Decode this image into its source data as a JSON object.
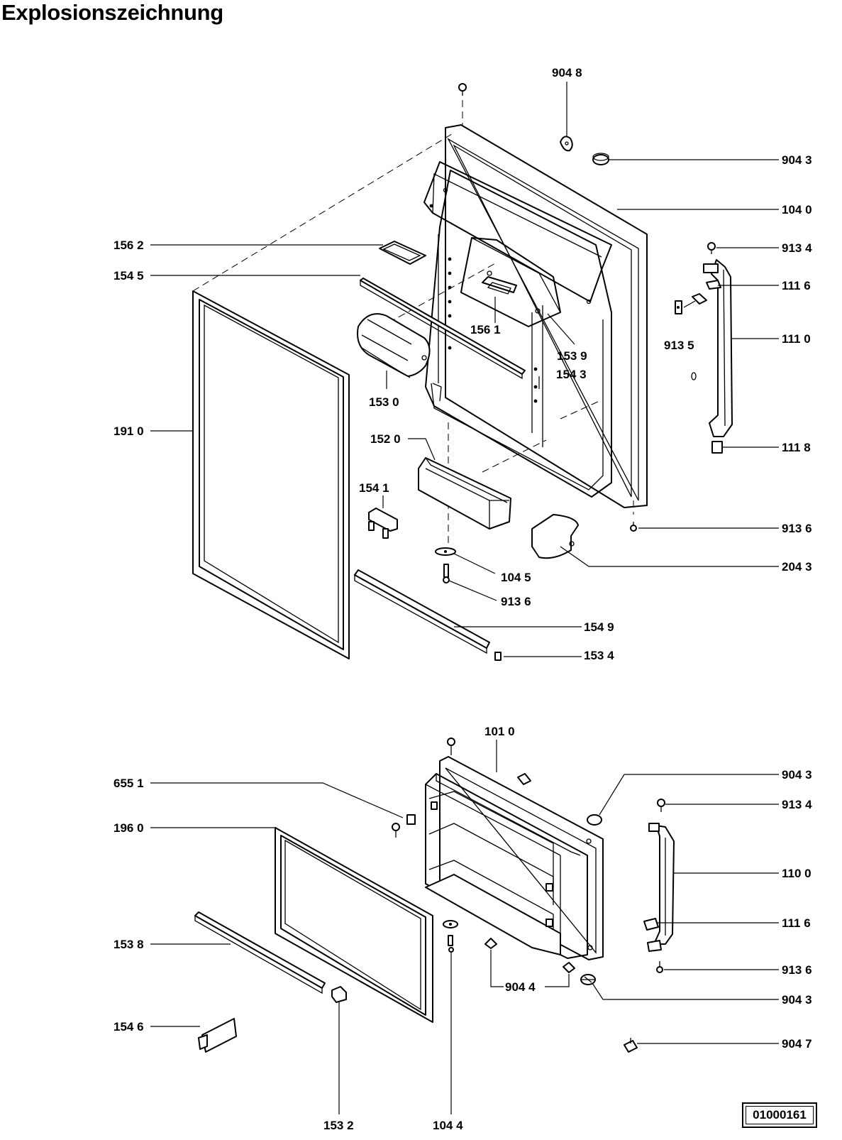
{
  "title": "Explosionszeichnung",
  "drawing_number": "01000161",
  "labels": {
    "l9048": "904 8",
    "l9043a": "904 3",
    "l1040": "104 0",
    "l9134a": "913 4",
    "l1116a": "111 6",
    "l9135": "913 5",
    "l1110": "111 0",
    "l1118": "111 8",
    "l1562": "156 2",
    "l1545": "154 5",
    "l1561": "156 1",
    "l1539": "153 9",
    "l1543": "154 3",
    "l1530": "153 0",
    "l1910": "191 0",
    "l1520": "152 0",
    "l1541": "154 1",
    "l9136a": "913 6",
    "l2043": "204 3",
    "l1045": "104 5",
    "l9136b": "913 6",
    "l1549": "154 9",
    "l1534": "153 4",
    "l1010": "101 0",
    "l9043b": "904 3",
    "l6551": "655 1",
    "l9134b": "913 4",
    "l1960": "196 0",
    "l1100": "110 0",
    "l1116b": "111 6",
    "l1538": "153 8",
    "l9136c": "913 6",
    "l9044": "904 4",
    "l9043c": "904 3",
    "l1546": "154 6",
    "l9047": "904 7",
    "l1532": "153 2",
    "l1044": "104 4"
  }
}
